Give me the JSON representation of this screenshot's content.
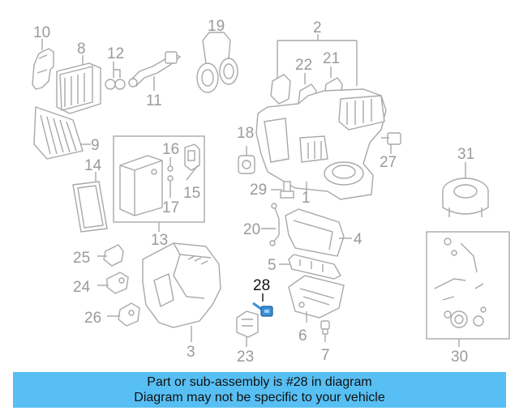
{
  "callouts": {
    "n1": "1",
    "n2": "2",
    "n3": "3",
    "n4": "4",
    "n5": "5",
    "n6": "6",
    "n7": "7",
    "n8": "8",
    "n9": "9",
    "n10": "10",
    "n11": "11",
    "n12": "12",
    "n13": "13",
    "n14": "14",
    "n15": "15",
    "n16": "16",
    "n17": "17",
    "n18": "18",
    "n19": "19",
    "n20": "20",
    "n21": "21",
    "n22": "22",
    "n23": "23",
    "n24": "24",
    "n25": "25",
    "n26": "26",
    "n27": "27",
    "n28": "28",
    "n29": "29",
    "n30": "30",
    "n31": "31"
  },
  "highlight": {
    "part_number": "28",
    "color": "#3a8fd8"
  },
  "caption": {
    "line1": "Part or sub-assembly is #28 in diagram",
    "line2": "Diagram may not be specific to your vehicle",
    "background": "#57bff3"
  }
}
